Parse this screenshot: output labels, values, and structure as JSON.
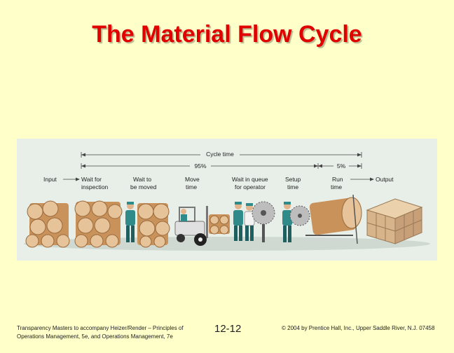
{
  "slide": {
    "title": "The Material Flow Cycle"
  },
  "figure": {
    "cycle_label": "Cycle time",
    "pct_left": "95%",
    "pct_right": "5%",
    "stages": [
      {
        "line1": "Input",
        "line2": ""
      },
      {
        "line1": "Wait for",
        "line2": "inspection"
      },
      {
        "line1": "Wait to",
        "line2": "be moved"
      },
      {
        "line1": "Move",
        "line2": "time"
      },
      {
        "line1": "Wait in queue",
        "line2": "for operator"
      },
      {
        "line1": "Setup",
        "line2": "time"
      },
      {
        "line1": "Run",
        "line2": "time"
      },
      {
        "line1": "Output",
        "line2": ""
      }
    ],
    "colors": {
      "log": "#c9925a",
      "log_end": "#e7c39a",
      "ring": "#9a6a3c",
      "worker": "#2f8a8a",
      "box": "#d8b48a",
      "blade": "#8c8c8c"
    }
  },
  "footer": {
    "left": "Transparency Masters to accompany Heizer/Render – Principles of Operations Management, 5e, and Operations Management, 7e",
    "page": "12-12",
    "right": "© 2004 by Prentice Hall, Inc., Upper Saddle River, N.J. 07458"
  }
}
